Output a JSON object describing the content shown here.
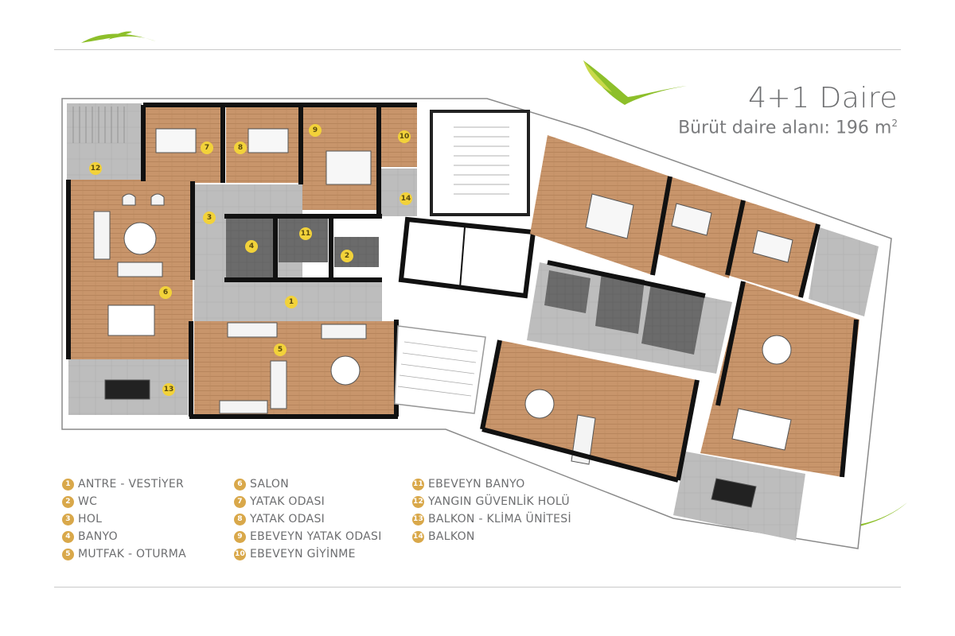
{
  "header": {
    "title": "4+1 Daire",
    "area_label": "Bürüt daire alanı:",
    "area_value": "196 m",
    "area_unit_sup": "2"
  },
  "legend": [
    {
      "num": "1",
      "label": "ANTRE - VESTİYER"
    },
    {
      "num": "2",
      "label": "WC"
    },
    {
      "num": "3",
      "label": "HOL"
    },
    {
      "num": "4",
      "label": "BANYO"
    },
    {
      "num": "5",
      "label": "MUTFAK - OTURMA"
    },
    {
      "num": "6",
      "label": "SALON"
    },
    {
      "num": "7",
      "label": "YATAK ODASI"
    },
    {
      "num": "8",
      "label": "YATAK ODASI"
    },
    {
      "num": "9",
      "label": "EBEVEYN YATAK ODASI"
    },
    {
      "num": "10",
      "label": "EBEVEYN GİYİNME"
    },
    {
      "num": "11",
      "label": "EBEVEYN BANYO"
    },
    {
      "num": "12",
      "label": "YANGIN GÜVENLİK HOLÜ"
    },
    {
      "num": "13",
      "label": "BALKON - KLİMA ÜNİTESİ"
    },
    {
      "num": "14",
      "label": "BALKON"
    }
  ],
  "room_markers": [
    "1",
    "2",
    "3",
    "4",
    "5",
    "6",
    "7",
    "8",
    "9",
    "10",
    "11",
    "12",
    "13",
    "14"
  ],
  "colors": {
    "accent_gold": "#d9a84a",
    "marker_yellow": "#f2d23a",
    "wood": "#c8956b",
    "tile": "#b9b9b9",
    "wall": "#111111",
    "leaf_green": "#8dbf2a",
    "text_gray": "#6d6e70"
  }
}
